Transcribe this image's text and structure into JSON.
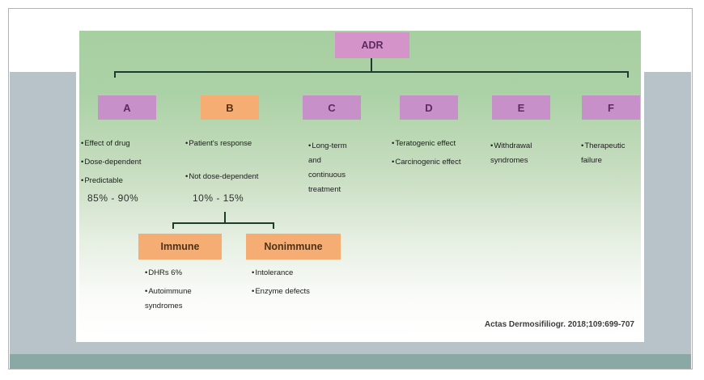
{
  "diagram": {
    "root_label": "ADR",
    "categories": [
      {
        "label": "A",
        "color": "#c890c8",
        "bullets": [
          "Effect of drug",
          "Dose-dependent",
          "Predictable"
        ],
        "note": "85% - 90%"
      },
      {
        "label": "B",
        "color": "#f5ad74",
        "bullets": [
          "Patient's response",
          "Not dose-dependent"
        ],
        "note": "10% - 15%"
      },
      {
        "label": "C",
        "color": "#c890c8",
        "bullets": [
          "Long-term and continuous treatment"
        ]
      },
      {
        "label": "D",
        "color": "#c890c8",
        "bullets": [
          "Teratogenic effect",
          "Carcinogenic effect"
        ]
      },
      {
        "label": "E",
        "color": "#c890c8",
        "bullets": [
          "Withdrawal syndromes"
        ]
      },
      {
        "label": "F",
        "color": "#c890c8",
        "bullets": [
          "Therapeutic failure"
        ]
      }
    ],
    "type_b_subtypes": [
      {
        "label": "Immune",
        "color": "#f5ad74",
        "bullets": [
          "DHRs 6%",
          "Autoimmune syndromes"
        ]
      },
      {
        "label": "Nonimmune",
        "color": "#f5ad74",
        "bullets": [
          "Intolerance",
          "Enzyme defects"
        ]
      }
    ],
    "citation": "Actas Dermosifiliogr. 2018;109:699-707"
  },
  "colors": {
    "root_box": "#d494c9",
    "purple_box": "#c890c8",
    "orange_box": "#f5ad74",
    "panel_green_top": "#a8cfa2",
    "background_gray": "#b7c2c9",
    "footer_teal": "#8aa8a4",
    "connector_line": "#1f3b2b"
  }
}
